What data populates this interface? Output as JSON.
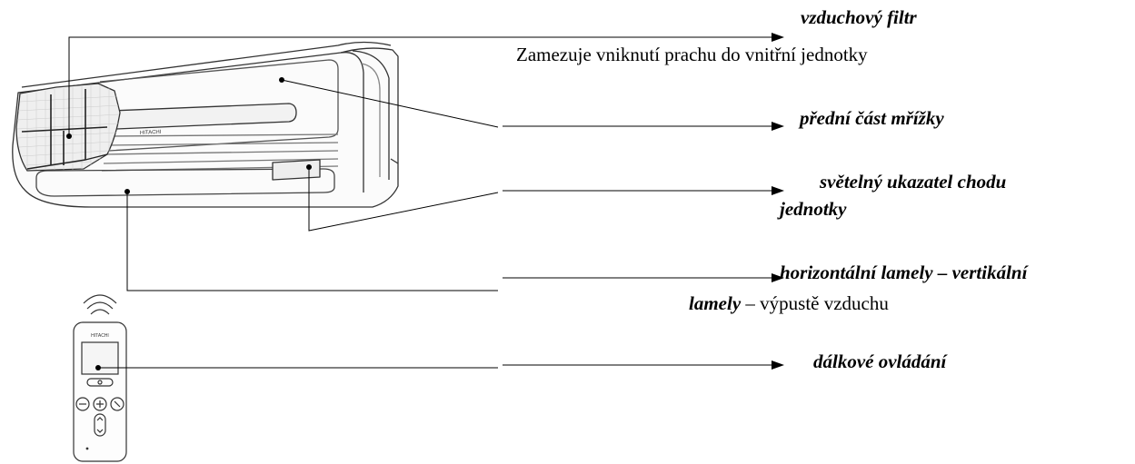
{
  "labels": {
    "air_filter": {
      "title": "vzduchový filtr",
      "description": "Zamezuje vniknutí prachu do vnitřní jednotky"
    },
    "front_grille": {
      "title": "přední část mřížky"
    },
    "indicator": {
      "title_line1": "světelný ukazatel chodu",
      "title_line2": "jednotky"
    },
    "louvers": {
      "title_line1": "horizontální lamely – vertikální",
      "title_line2_bold": "lamely",
      "title_line2_rest": " – výpustě vzduchu"
    },
    "remote": {
      "title": "dálkové ovládání"
    }
  },
  "illustration": {
    "unit_brand": "HITACHI",
    "remote_brand": "HITACHI"
  }
}
